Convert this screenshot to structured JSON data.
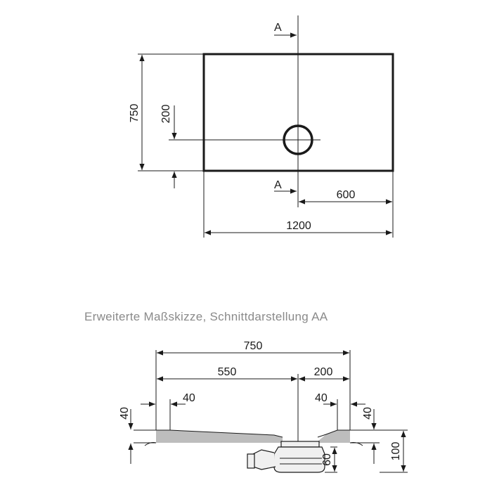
{
  "plan": {
    "dim_total_length": "1200",
    "dim_drain_offset_x": "600",
    "dim_total_width": "750",
    "dim_drain_offset_y": "200",
    "section_marker_top": "A",
    "section_marker_bottom": "A"
  },
  "caption": "Erweiterte Maßskizze, Schnittdarstellung AA",
  "section": {
    "dim_total": "750",
    "dim_left_to_drain": "550",
    "dim_drain_to_right": "200",
    "dim_left_rim": "40",
    "dim_right_rim": "40",
    "dim_left_height": "40",
    "dim_right_height": "40",
    "dim_overall_height": "100",
    "dim_drain_height": "60"
  },
  "colors": {
    "line": "#1a1a1a",
    "tray_fill": "#bdbdbd",
    "trap_fill": "#f0f0f0",
    "caption": "#8a8a8a"
  }
}
